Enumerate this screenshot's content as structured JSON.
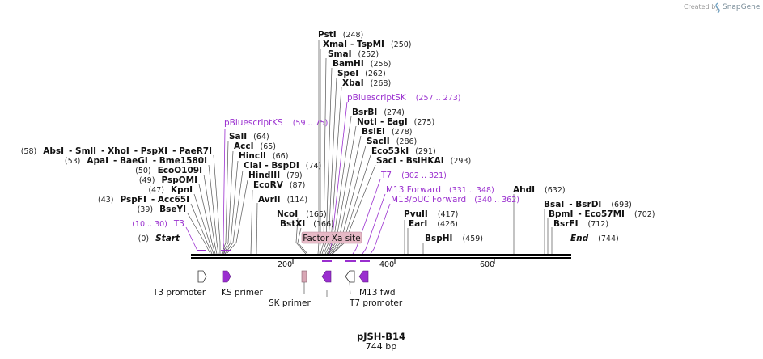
{
  "credit": {
    "created_by": "Created by",
    "brand": "SnapGene"
  },
  "plasmid": {
    "name": "pJSH-B14",
    "length": "744 bp"
  },
  "sequence_length": 744,
  "ruler": [
    {
      "bp": 200,
      "label": "200"
    },
    {
      "bp": 400,
      "label": "400"
    },
    {
      "bp": 600,
      "label": "600"
    }
  ],
  "ends": {
    "start": {
      "label": "Start",
      "pos": "(0)"
    },
    "end": {
      "label": "End",
      "pos": "(744)"
    }
  },
  "factor_xa_label": "Factor Xa site",
  "colors": {
    "enzyme_line": "#555555",
    "purple": "#9a2fcf",
    "factor_xa": "#e6b9c6",
    "backbone": "#000000"
  },
  "enzymes": [
    {
      "name": "PstI",
      "pos": "(248)",
      "bp": 248
    },
    {
      "name": "XmaI",
      "name2": "TspMI",
      "pos": "(250)",
      "bp": 250
    },
    {
      "name": "SmaI",
      "pos": "(252)",
      "bp": 252
    },
    {
      "name": "BamHI",
      "pos": "(256)",
      "bp": 256
    },
    {
      "name": "SpeI",
      "pos": "(262)",
      "bp": 262
    },
    {
      "name": "XbaI",
      "pos": "(268)",
      "bp": 268
    },
    {
      "name": "BsrBI",
      "pos": "(274)",
      "bp": 274
    },
    {
      "name": "NotI",
      "name2": "EagI",
      "pos": "(275)",
      "bp": 275
    },
    {
      "name": "BsiEI",
      "pos": "(278)",
      "bp": 278
    },
    {
      "name": "SacII",
      "pos": "(286)",
      "bp": 286
    },
    {
      "name": "Eco53kI",
      "pos": "(291)",
      "bp": 291
    },
    {
      "name": "SacI",
      "name2": "BsiHKAI",
      "pos": "(293)",
      "bp": 293
    },
    {
      "name": "SalI",
      "pos": "(64)",
      "bp": 64
    },
    {
      "name": "AccI",
      "pos": "(65)",
      "bp": 65
    },
    {
      "name": "HincII",
      "pos": "(66)",
      "bp": 66
    },
    {
      "name": "ClaI",
      "name2": "BspDI",
      "pos": "(74)",
      "bp": 74
    },
    {
      "name": "HindIII",
      "pos": "(79)",
      "bp": 79
    },
    {
      "name": "EcoRV",
      "pos": "(87)",
      "bp": 87
    },
    {
      "name": "AvrII",
      "pos": "(114)",
      "bp": 114
    },
    {
      "name": "AbsI",
      "name2": "SmlI",
      "name3": "XhoI",
      "name4": "PspXI",
      "name5": "PaeR7I",
      "pos": "(58)",
      "bp": 58
    },
    {
      "name": "ApaI",
      "name2": "BaeGI",
      "name3": "Bme1580I",
      "pos": "(53)",
      "bp": 53
    },
    {
      "name": "EcoO109I",
      "pos": "(50)",
      "bp": 50
    },
    {
      "name": "PspOMI",
      "pos": "(49)",
      "bp": 49
    },
    {
      "name": "KpnI",
      "pos": "(47)",
      "bp": 47
    },
    {
      "name": "PspFI",
      "name2": "Acc65I",
      "pos": "(43)",
      "bp": 43
    },
    {
      "name": "BseYI",
      "pos": "(39)",
      "bp": 39
    },
    {
      "name": "NcoI",
      "pos": "(165)",
      "bp": 165
    },
    {
      "name": "BstXI",
      "pos": "(166)",
      "bp": 166
    },
    {
      "name": "PvuII",
      "pos": "(417)",
      "bp": 417
    },
    {
      "name": "EarI",
      "pos": "(426)",
      "bp": 426
    },
    {
      "name": "BspHI",
      "pos": "(459)",
      "bp": 459
    },
    {
      "name": "AhdI",
      "pos": "(632)",
      "bp": 632
    },
    {
      "name": "BsaI",
      "name2": "BsrDI",
      "pos": "(693)",
      "bp": 693
    },
    {
      "name": "BpmI",
      "name2": "Eco57MI",
      "pos": "(702)",
      "bp": 702
    },
    {
      "name": "BsrFI",
      "pos": "(712)",
      "bp": 712
    }
  ],
  "primer_binding": [
    {
      "name": "T3",
      "pos": "(10 .. 30)",
      "start": 10,
      "end": 30
    },
    {
      "name": "pBluescriptKS",
      "pos": "(59 .. 75)",
      "start": 59,
      "end": 75
    },
    {
      "name": "pBluescriptSK",
      "pos": "(257 .. 273)",
      "start": 257,
      "end": 273
    },
    {
      "name": "T7",
      "pos": "(302 .. 321)",
      "start": 302,
      "end": 321
    },
    {
      "name": "M13 Forward",
      "pos": "(331 .. 348)",
      "start": 331,
      "end": 348
    },
    {
      "name": "M13/pUC Forward",
      "pos": "(340 .. 362)",
      "start": 340,
      "end": 362
    }
  ],
  "features": [
    {
      "name": "T3 promoter",
      "color": "#ffffff",
      "direction": "right"
    },
    {
      "name": "KS primer",
      "color": "#9a2fcf",
      "direction": "right"
    },
    {
      "name": "SK primer",
      "color": "#d8a7b5",
      "direction": "none"
    },
    {
      "name": "",
      "color": "#9a2fcf",
      "direction": "left"
    },
    {
      "name": "T7 promoter",
      "color": "#ffffff",
      "direction": "left"
    },
    {
      "name": "M13 fwd",
      "color": "#9a2fcf",
      "direction": "left"
    }
  ]
}
